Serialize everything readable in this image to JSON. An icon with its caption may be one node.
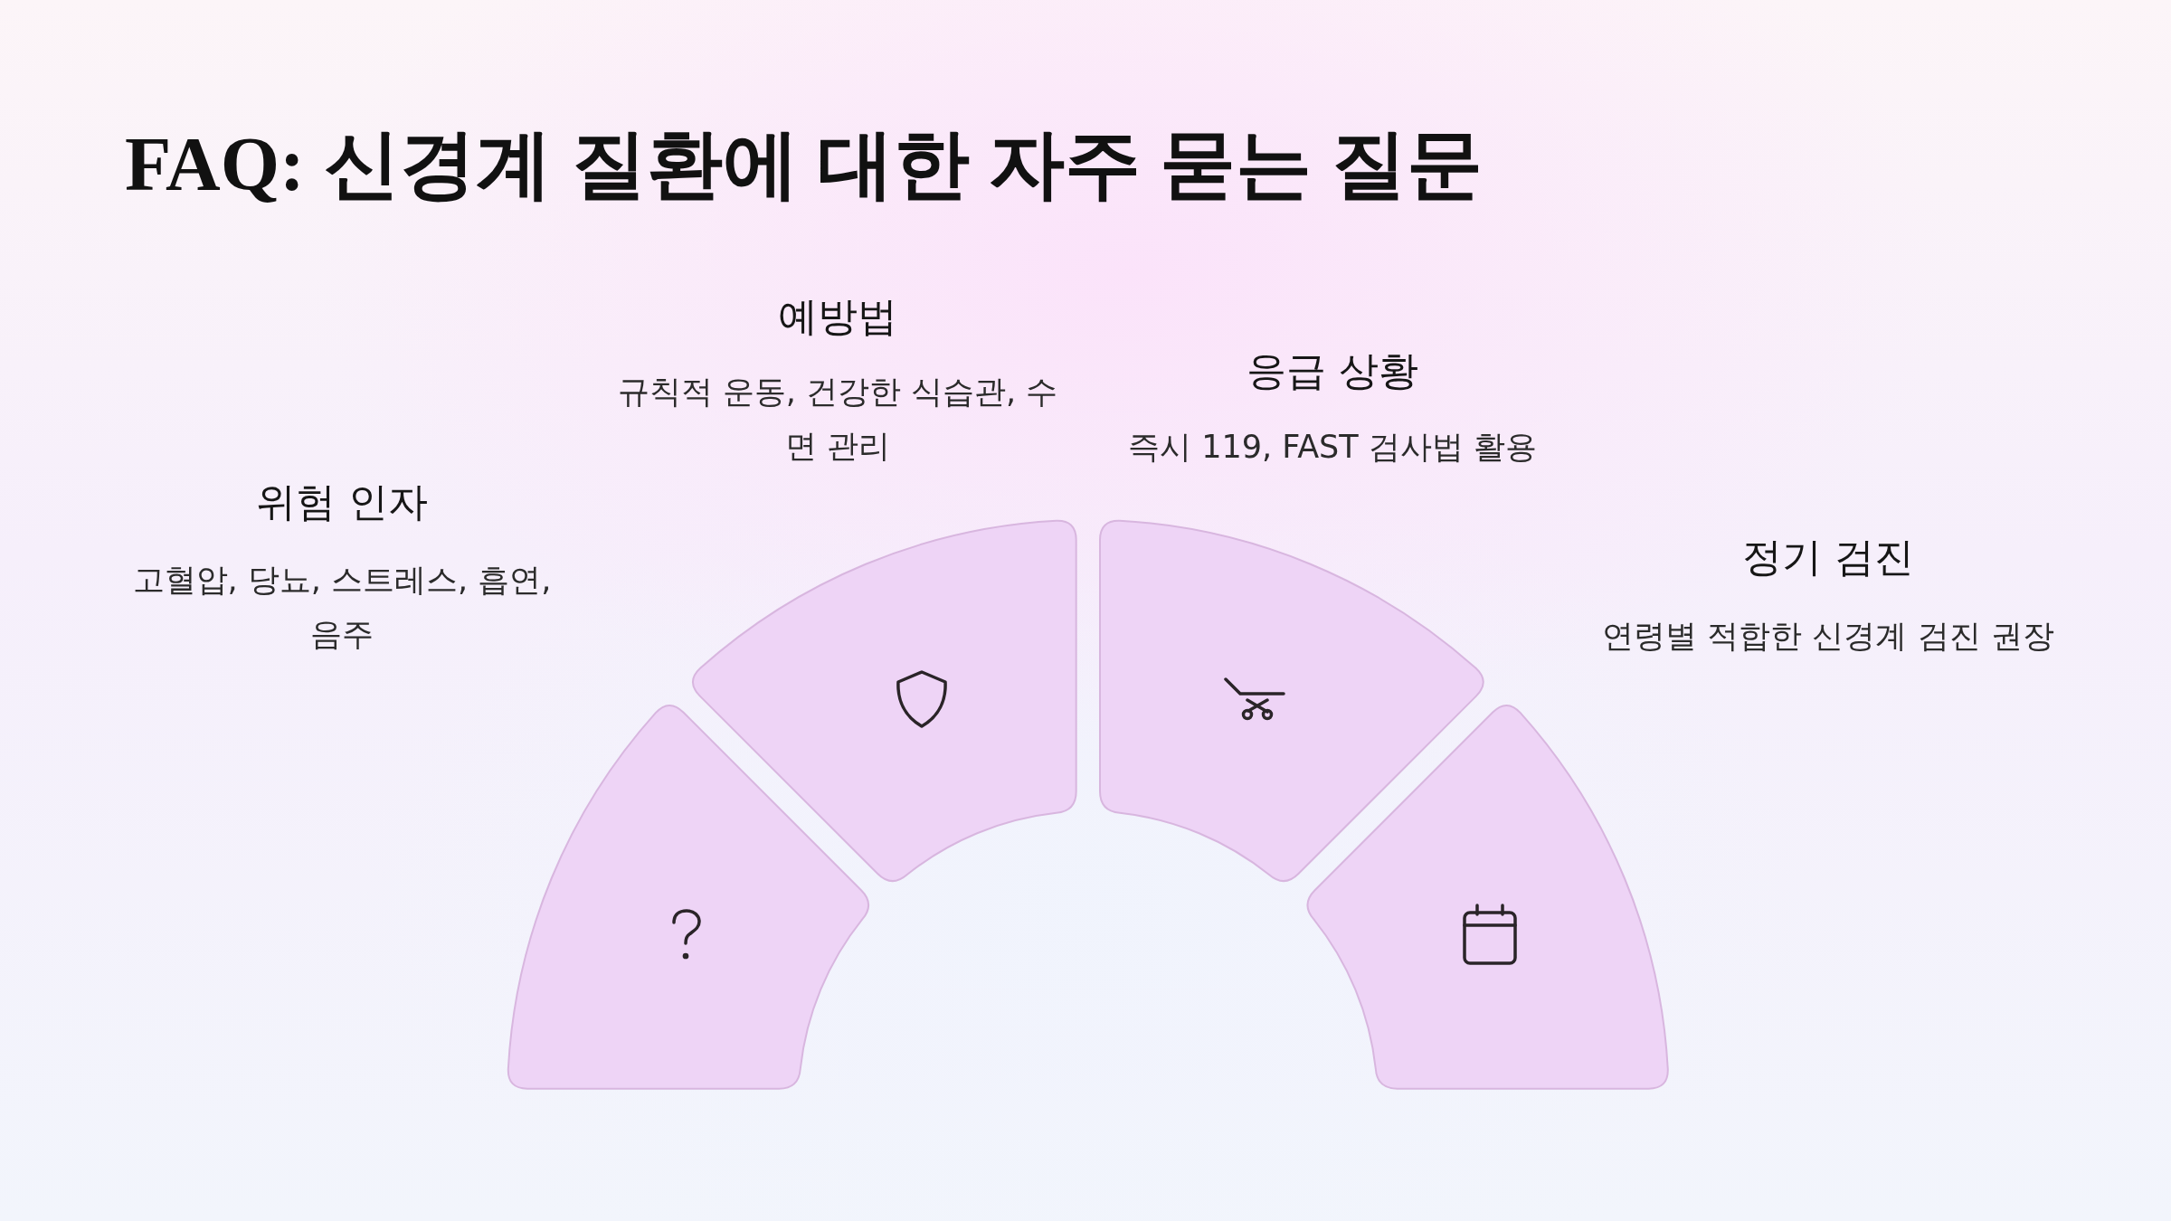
{
  "diagram": {
    "title": "FAQ: 신경계 질환에 대한 자주 묻는 질문",
    "nodes": [
      {
        "text": [
          "위험 인자",
          "고혈압, 당뇨, 스트레스, 흡연, 음주"
        ]
      },
      {
        "text": [
          "예방법",
          "규칙적 운동, 건강한 식습관, 수면 관리"
        ]
      },
      {
        "text": [
          "응급 상황",
          "즉시 119, FAST 검사법 활용"
        ]
      },
      {
        "text": [
          "정기 검진",
          "연령별 적합한 신경계 검진 권장"
        ]
      }
    ]
  }
}
